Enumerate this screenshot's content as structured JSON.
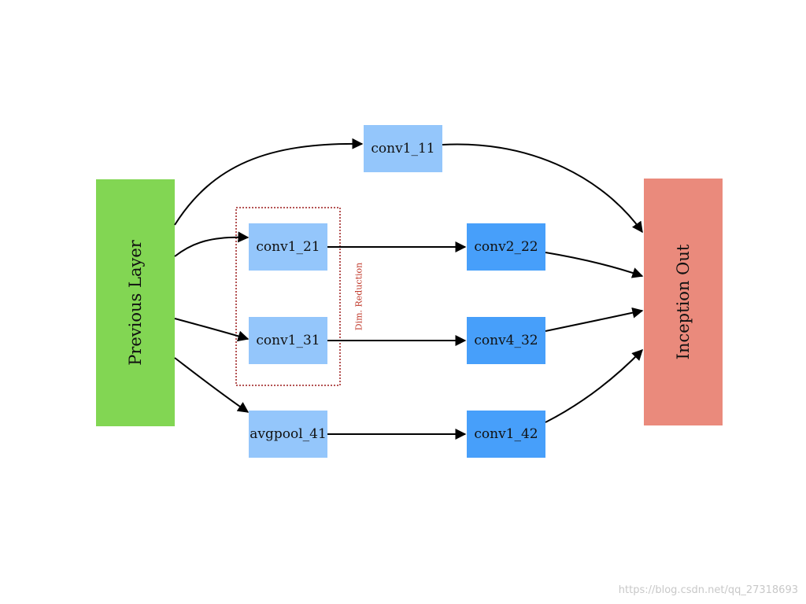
{
  "diagram": {
    "previous_layer": "Previous Layer",
    "inception_out": "Inception Out",
    "dim_reduction": "Dim. Reduction",
    "nodes": {
      "conv1_11": "conv1_11",
      "conv1_21": "conv1_21",
      "conv1_31": "conv1_31",
      "avgpool_41": "avgpool_41",
      "conv2_22": "conv2_22",
      "conv4_32": "conv4_32",
      "conv1_42": "conv1_42"
    }
  },
  "watermark": "https://blog.csdn.net/qq_27318693",
  "colors": {
    "previous_layer": "#82d653",
    "inception_out": "#ea8a7c",
    "light_blue": "#94c6fb",
    "mid_blue": "#479ffa",
    "dim_box": "#9b1c1c",
    "dim_text": "#c0392b"
  }
}
